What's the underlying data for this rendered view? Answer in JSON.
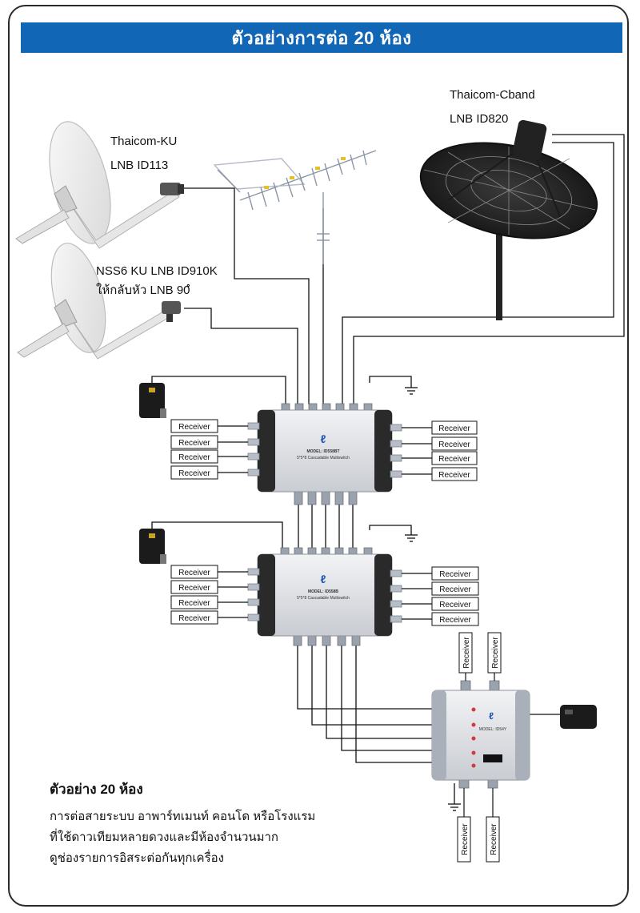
{
  "header": {
    "title": "ตัวอย่างการต่อ 20 ห้อง"
  },
  "dishes": {
    "ku1": {
      "line1": "Thaicom-KU",
      "line2": "LNB ID113"
    },
    "ku2": {
      "line1": "NSS6 KU LNB ID910K",
      "line2": "ให้กลับหัว LNB 90ํ"
    },
    "cband": {
      "line1": "Thaicom-Cband",
      "line2": "LNB ID820"
    }
  },
  "receiver_label": "Receiver",
  "multiswitch": {
    "top": {
      "model": "MODEL: ID558BT",
      "sub": "5*5*8 Cascadable Multiswitch"
    },
    "bottom": {
      "model": "MODEL: ID558B",
      "sub": "5*5*8 Cascadable Multiswitch"
    },
    "small": {
      "model": "MODEL: ID54Y"
    }
  },
  "summary": {
    "title": "ตัวอย่าง 20 ห้อง",
    "lines": [
      "การต่อสายระบบ อาพาร์ทเมนท์ คอนโด หรือโรงแรม",
      "ที่ใช้ดาวเทียมหลายดวงและมีห้องจำนวนมาก",
      "ดูช่องรายการอิสระต่อกันทุกเครื่อง"
    ]
  }
}
